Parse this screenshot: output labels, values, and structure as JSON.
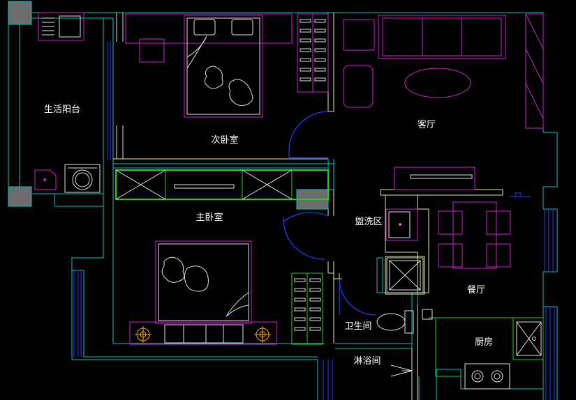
{
  "rooms": {
    "balcony": "生活阳台",
    "second_bedroom": "次卧室",
    "living_room": "客厅",
    "master_bedroom": "主卧室",
    "wash_area": "盥洗区",
    "dining_room": "餐厅",
    "bathroom": "卫生间",
    "kitchen": "厨房",
    "shower": "淋浴间"
  },
  "colors": {
    "background": "#000000",
    "wall": "#00c8c8",
    "inner_wall": "#e8e8a0",
    "furniture": "#d020d0",
    "fixture": "#e0e0e0",
    "door": "#2040ff",
    "cabinet": "#20d020",
    "column": "#6c6c6c",
    "label": "#ffffff"
  },
  "icons": [
    "washing-machine-icon",
    "sink-icon",
    "toilet-icon",
    "stove-icon",
    "bed-icon",
    "sofa-icon",
    "dining-table-icon",
    "wardrobe-icon",
    "door-swing-icon"
  ]
}
